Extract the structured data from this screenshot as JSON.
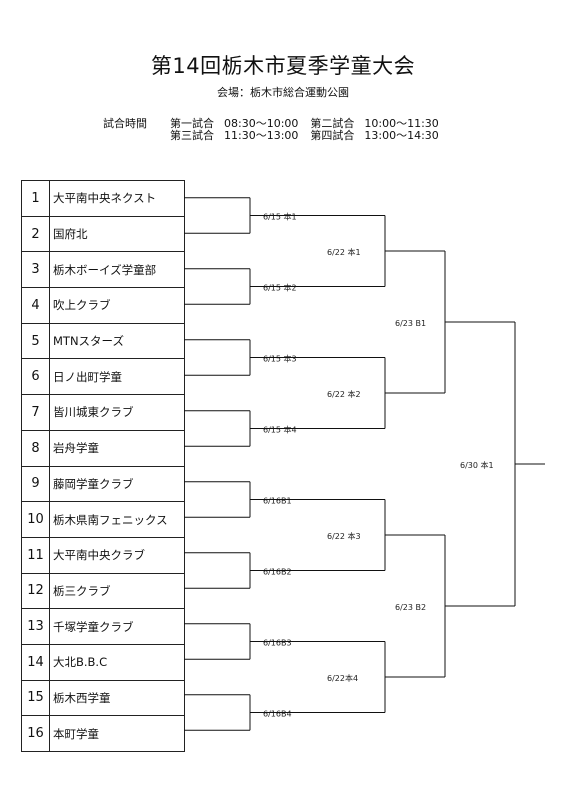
{
  "title": "第14回栃木市夏季学童大会",
  "venue": "会場：栃木市総合運動公園",
  "schedule": {
    "label": "試合時間",
    "rows": [
      [
        {
          "name": "第一試合",
          "time": "08:30～10:00"
        },
        {
          "name": "第二試合",
          "time": "10:00～11:30"
        }
      ],
      [
        {
          "name": "第三試合",
          "time": "11:30～13:00"
        },
        {
          "name": "第四試合",
          "time": "13:00～14:30"
        }
      ]
    ]
  },
  "teams": [
    {
      "no": "1",
      "name": "大平南中央ネクスト"
    },
    {
      "no": "2",
      "name": "国府北"
    },
    {
      "no": "3",
      "name": "栃木ボーイズ学童部"
    },
    {
      "no": "4",
      "name": "吹上クラブ"
    },
    {
      "no": "5",
      "name": "MTNスターズ"
    },
    {
      "no": "6",
      "name": "日ノ出町学童"
    },
    {
      "no": "7",
      "name": "皆川城東クラブ"
    },
    {
      "no": "8",
      "name": "岩舟学童"
    },
    {
      "no": "9",
      "name": "藤岡学童クラブ"
    },
    {
      "no": "10",
      "name": "栃木県南フェニックス"
    },
    {
      "no": "11",
      "name": "大平南中央クラブ"
    },
    {
      "no": "12",
      "name": "栃三クラブ"
    },
    {
      "no": "13",
      "name": "千塚学童クラブ"
    },
    {
      "no": "14",
      "name": "大北B.B.C"
    },
    {
      "no": "15",
      "name": "栃木西学童"
    },
    {
      "no": "16",
      "name": "本町学童"
    }
  ],
  "round1": [
    "6/15 本1",
    "6/15 本2",
    "6/15 本3",
    "6/15 本4",
    "6/16B1",
    "6/16B2",
    "6/16B3",
    "6/16B4"
  ],
  "round2": [
    "6/22 本1",
    "6/22 本2",
    "6/22 本3",
    "6/22本4"
  ],
  "semifinal": [
    "6/23 B1",
    "6/23 B2"
  ],
  "final": "6/30 本1"
}
